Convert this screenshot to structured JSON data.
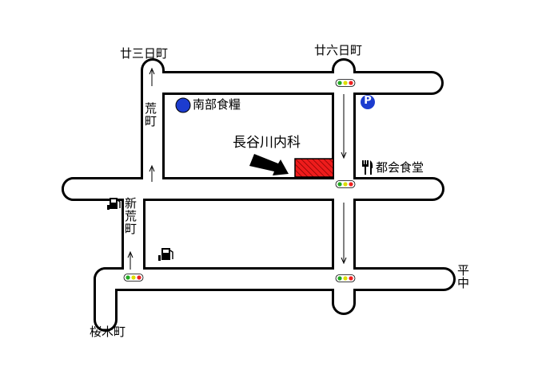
{
  "labels": {
    "nijusanichi": "廿三日町",
    "nijurokunichi": "廿六日町",
    "aramachi": "荒町",
    "shinaramachi": "新荒町",
    "sakuragicho": "桜木町",
    "heichu": "平中"
  },
  "landmarks": {
    "nanbu": "南部食糧",
    "clinic": "長谷川内科",
    "restaurant": "都会食堂",
    "parking": "P"
  },
  "colors": {
    "clinic": "#ee1c1c",
    "nanbu_dot": "#1c3ccf",
    "parking": "#1c3ccf",
    "signal_green": "#22aa22",
    "signal_yellow": "#dddd00",
    "signal_red": "#ee2222"
  },
  "icons": {
    "gas_station": "gas-pump-icon",
    "restaurant": "fork-knife-icon",
    "signal": "traffic-signal-icon"
  }
}
